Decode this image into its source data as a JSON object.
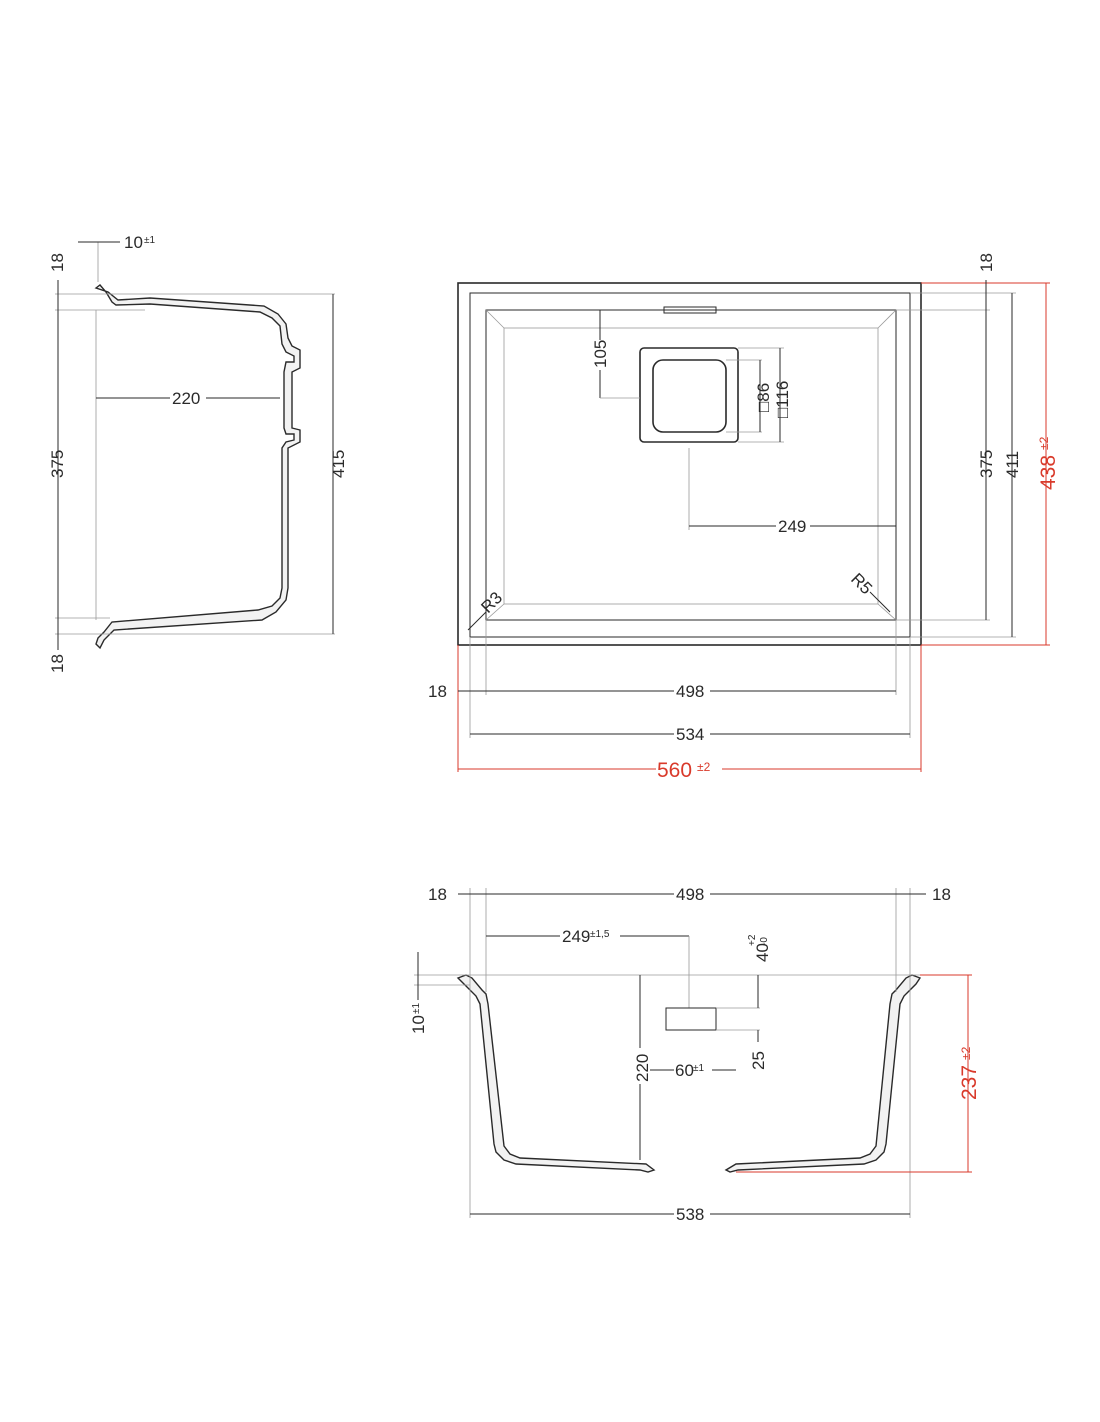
{
  "drawing": {
    "side_view": {
      "flange_thickness": "10",
      "flange_thickness_tol": "±1",
      "rim_top": "18",
      "rim_bottom": "18",
      "inner_depth": "375",
      "overall_depth": "415",
      "bowl_depth": "220"
    },
    "top_view": {
      "rim_right": "18",
      "drain_offset_top": "105",
      "drain_inner": "□86",
      "drain_outer": "□116",
      "drain_offset_right": "249",
      "inner_length": "375",
      "mid_length": "411",
      "overall_length": "438",
      "overall_length_tol": "±2",
      "radius_inner": "R3",
      "radius_outer": "R5",
      "rim_left": "18",
      "inner_width": "498",
      "mid_width": "534",
      "overall_width": "560",
      "overall_width_tol": "±2"
    },
    "front_view": {
      "rim_left": "18",
      "inner_width": "498",
      "rim_right": "18",
      "drain_offset": "249",
      "drain_offset_tol": "±1,5",
      "drain_depth": "40",
      "drain_depth_tol_upper": "+2",
      "drain_depth_tol_lower": "-0",
      "flange_thickness": "10",
      "flange_thickness_tol": "±1",
      "bowl_depth": "220",
      "drain_width": "60",
      "drain_width_tol": "±1",
      "drain_height": "25",
      "overall_height": "237",
      "overall_height_tol": "±2",
      "bottom_width": "538"
    }
  }
}
